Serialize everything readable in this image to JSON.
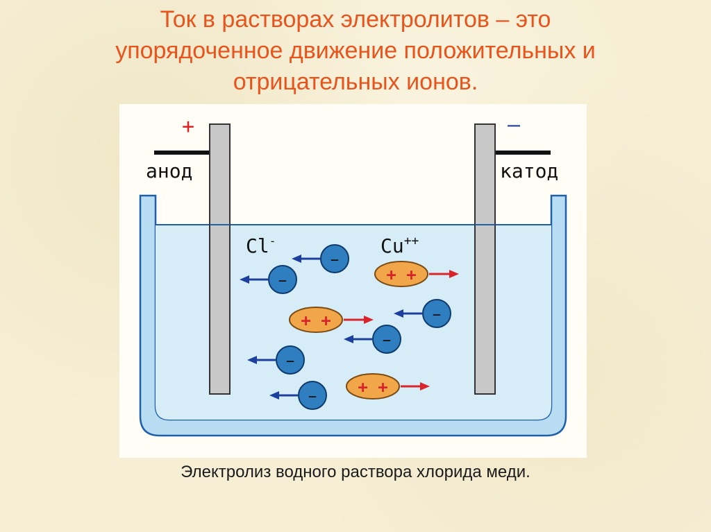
{
  "title": {
    "line1": "Ток в растворах электролитов – это",
    "line2": "упорядоченное движение положительных и",
    "line3": "отрицательных ионов."
  },
  "diagram": {
    "anode_sign": "+",
    "cathode_sign": "–",
    "anode_label": "анод",
    "cathode_label": "катод",
    "anion_label": "Cl",
    "anion_charge": "-",
    "cation_label": "Cu",
    "cation_charge": "++",
    "anion_symbol": "–",
    "cation_symbol": "+ +"
  },
  "caption": "Электролиз водного раствора хлорида меди.",
  "colors": {
    "title": "#e8541c",
    "solution": "#d6ecf7",
    "vessel": "#b8dcf2",
    "vessel_outline": "#1f5fa8",
    "electrode": "#c8c8c8",
    "anion_fill": "#2f7fc0",
    "cation_fill": "#f2a64a",
    "anion_arrow": "#1d3f9e",
    "cation_arrow": "#d9242b"
  }
}
